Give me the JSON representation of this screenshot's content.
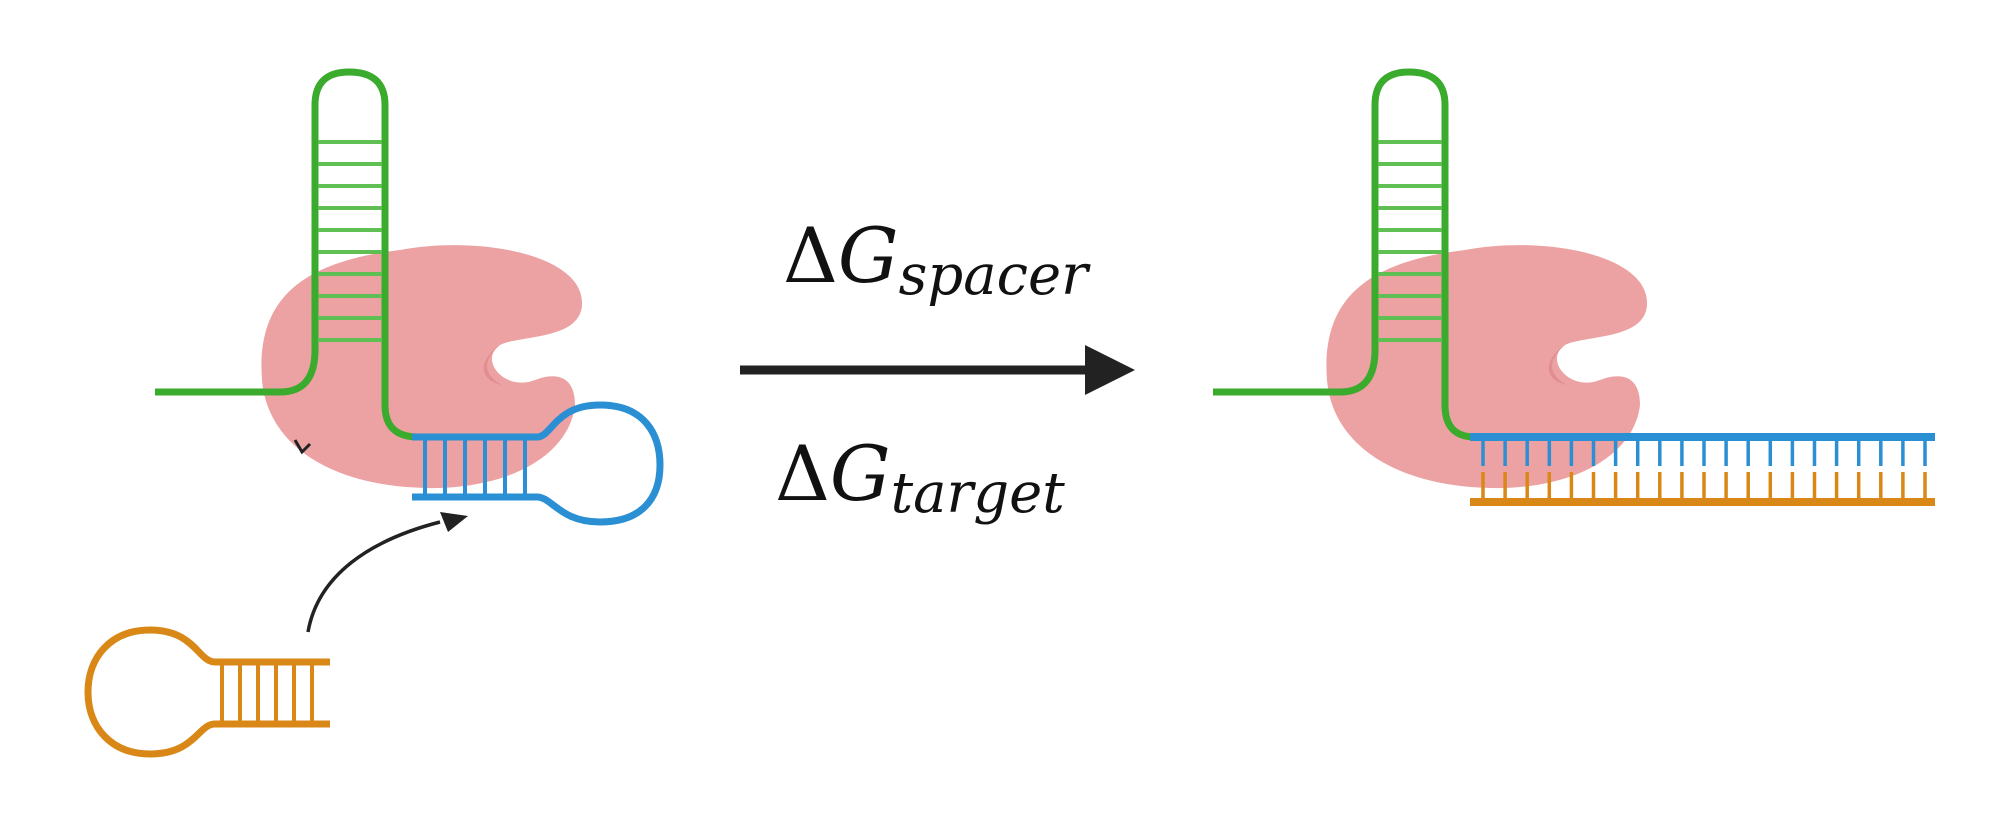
{
  "labels": {
    "spacer_delta": "Δ",
    "spacer_g": "G",
    "spacer_subscript": "spacer",
    "target_delta": "Δ",
    "target_g": "G",
    "target_subscript": "target"
  },
  "colors": {
    "protein": "#eca1a2",
    "protein_shadow": "#e08e90",
    "guide_rna": "#3aab2d",
    "guide_rung": "#5fbf53",
    "spacer_hairpin": "#2b8fd3",
    "target_strand": "#d98817",
    "arrow": "#222222"
  },
  "icons": {
    "left_protein": "cas-protein-icon",
    "right_protein": "cas-protein-icon",
    "guide_hairpin": "rna-hairpin-icon",
    "spacer_hairpin": "spacer-hairpin-icon",
    "target_hairpin": "target-hairpin-icon",
    "duplex": "rna-duplex-icon"
  }
}
